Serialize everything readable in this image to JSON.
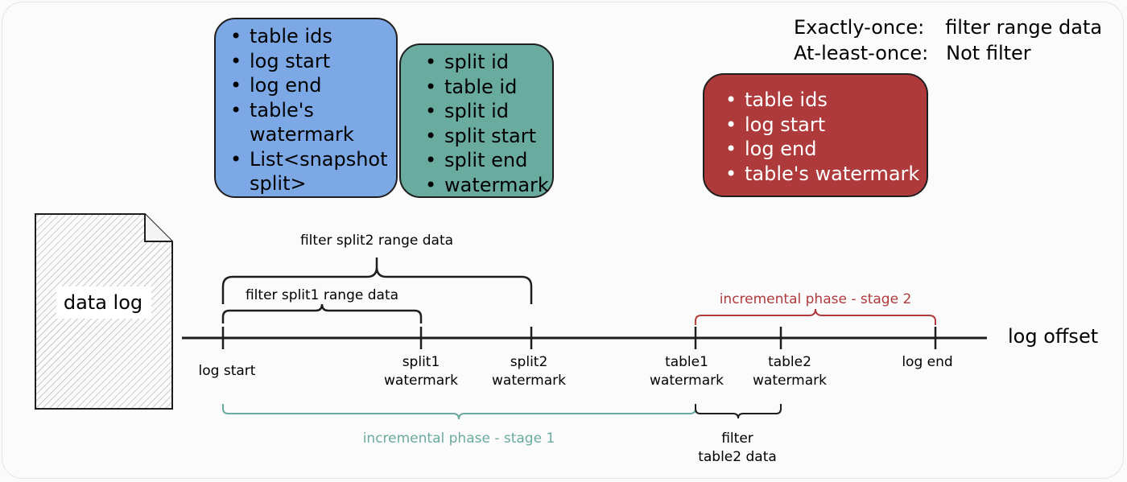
{
  "cards": {
    "blue": [
      "table ids",
      "log start",
      "log end",
      "table's watermark",
      "List<snapshot split>"
    ],
    "green": [
      "split id",
      "table id",
      "split id",
      "split start",
      "split end",
      "watermark"
    ],
    "red": [
      "table ids",
      "log start",
      "log end",
      "table's watermark"
    ]
  },
  "modes": {
    "exactly_once_key": "Exactly-once:",
    "exactly_once_value": "filter range data",
    "at_least_once_key": "At-least-once:",
    "at_least_once_value": "Not filter"
  },
  "file_label": "data log",
  "axis_label": "log offset",
  "ticks": {
    "log_start": "log start",
    "split1_line1": "split1",
    "split1_line2": "watermark",
    "split2_line1": "split2",
    "split2_line2": "watermark",
    "table1_line1": "table1",
    "table1_line2": "watermark",
    "table2_line1": "table2",
    "table2_line2": "watermark",
    "log_end": "log end"
  },
  "brackets": {
    "split2": "filter split2 range data",
    "split1": "filter split1 range data",
    "stage2": "incremental phase - stage 2",
    "stage1": "incremental phase - stage 1",
    "table2_line1": "filter",
    "table2_line2": "table2 data"
  },
  "colors": {
    "blue_card": "#7ca9e6",
    "green_card": "#6aaba0",
    "red_card": "#ae3a3c",
    "stage1": "#6aaba0",
    "stage2": "#ae3a3c"
  }
}
